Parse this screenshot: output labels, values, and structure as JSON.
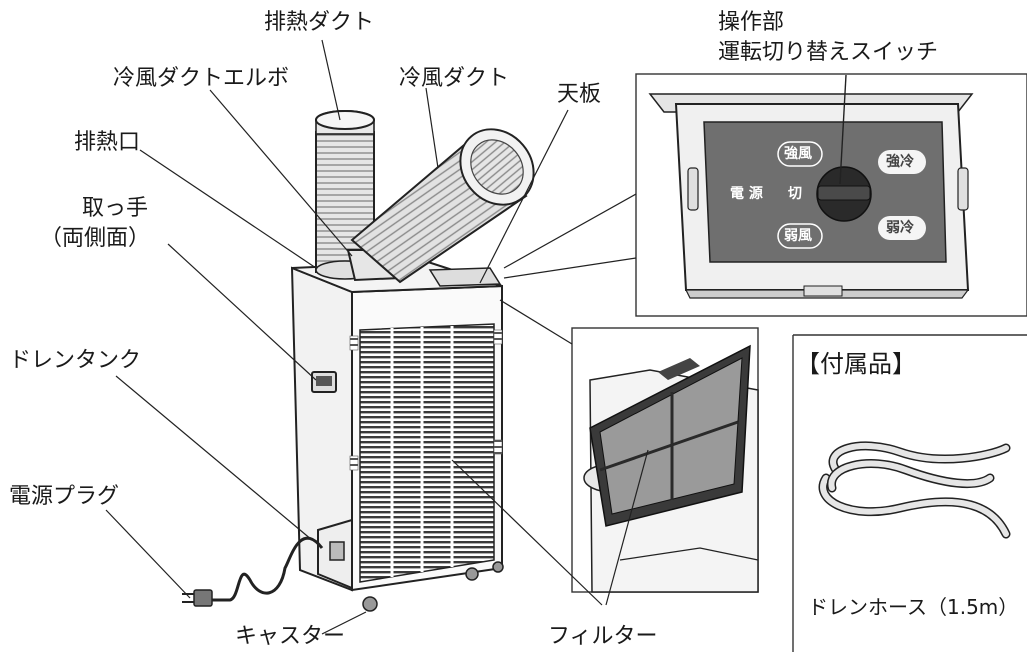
{
  "labels": {
    "exhaust_duct": "排熱ダクト",
    "cold_duct_elbow": "冷風ダクトエルボ",
    "cold_duct": "冷風ダクト",
    "top_plate": "天板",
    "exhaust_port": "排熱口",
    "handle": "取っ手",
    "handle_sub": "（両側面）",
    "drain_tank": "ドレンタンク",
    "power_plug": "電源プラグ",
    "caster": "キャスター",
    "filter": "フィルター"
  },
  "control_panel": {
    "title": "操作部",
    "subtitle": "運転切り替えスイッチ",
    "strong_fan": "強風",
    "weak_fan": "弱風",
    "strong_cool": "強冷",
    "weak_cool": "弱冷",
    "power_label": "電 源",
    "off_label": "切"
  },
  "accessories": {
    "header": "【付属品】",
    "drain_hose": "ドレンホース（1.5m）"
  }
}
